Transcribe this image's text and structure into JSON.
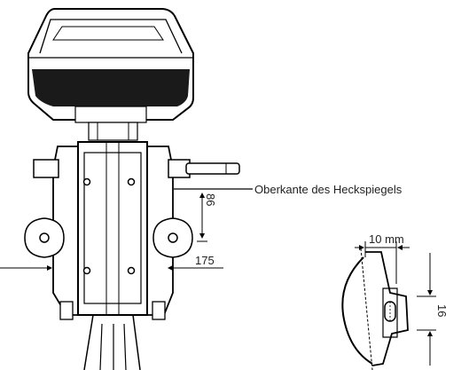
{
  "labels": {
    "transom_edge": "Oberkante des Heckspiegels",
    "dim_86": "86",
    "dim_175": "175",
    "dim_10mm": "10 mm",
    "dim_16": "16"
  },
  "colors": {
    "line": "#000000",
    "ink": "#222222",
    "dark_fill": "#1a1a1a"
  }
}
